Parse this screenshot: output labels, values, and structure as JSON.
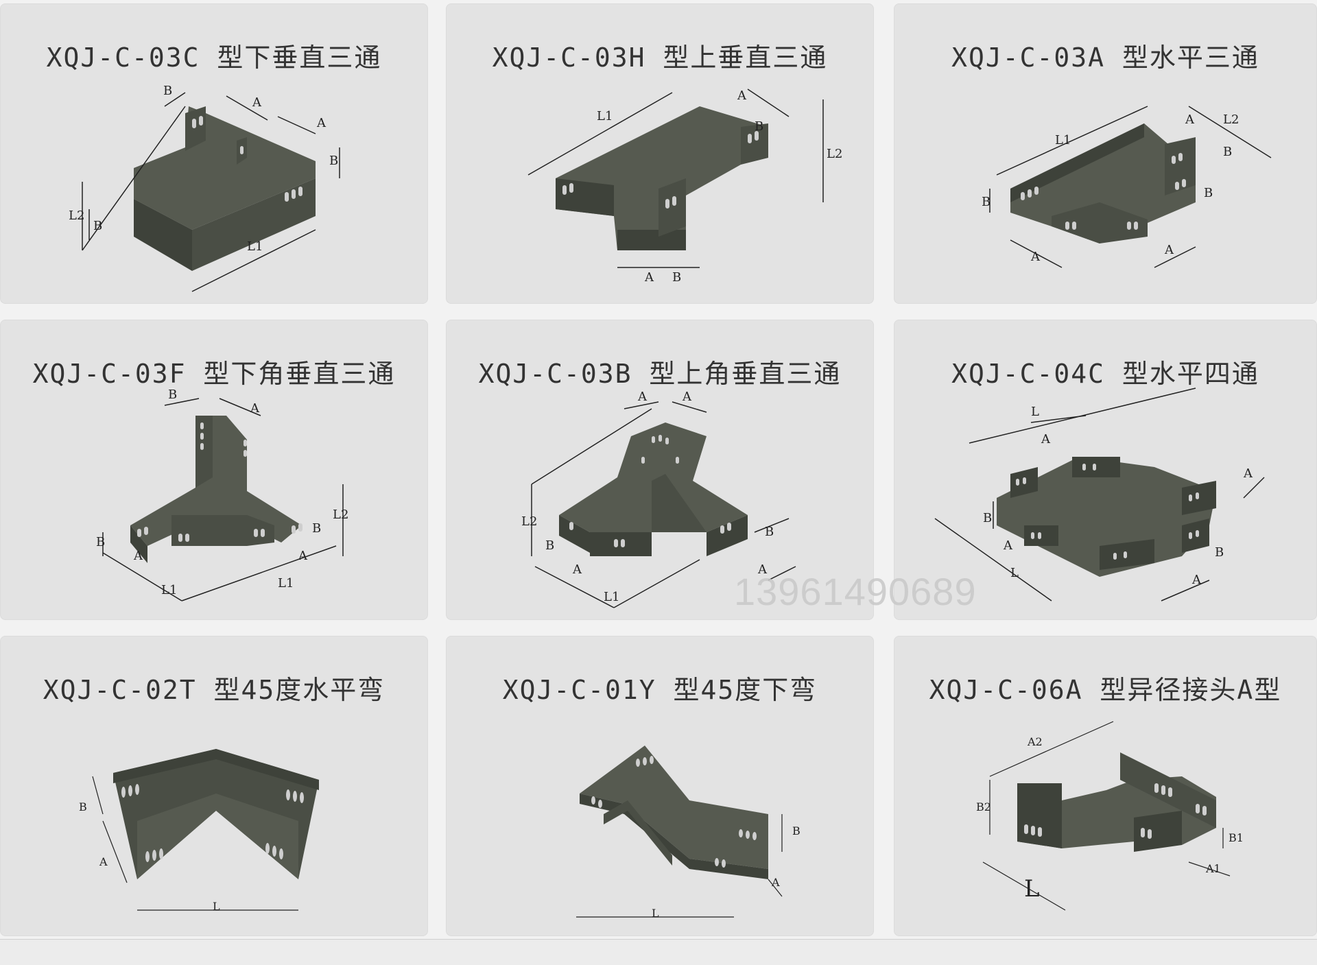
{
  "cards": [
    {
      "title": "XQJ-C-03C 型下垂直三通",
      "labels": [
        "B",
        "A",
        "A",
        "B",
        "L2",
        "B",
        "L1"
      ]
    },
    {
      "title": "XQJ-C-03H 型上垂直三通",
      "labels": [
        "L1",
        "A",
        "B",
        "L2",
        "A",
        "B"
      ]
    },
    {
      "title": "XQJ-C-03A 型水平三通",
      "labels": [
        "L1",
        "A",
        "L2",
        "B",
        "B",
        "B",
        "A",
        "A"
      ]
    },
    {
      "title": "XQJ-C-03F 型下角垂直三通",
      "labels": [
        "B",
        "A",
        "L2",
        "B",
        "A",
        "L1",
        "L1",
        "A",
        "B"
      ]
    },
    {
      "title": "XQJ-C-03B 型上角垂直三通",
      "labels": [
        "A",
        "A",
        "L2",
        "B",
        "A",
        "L1",
        "B",
        "A"
      ]
    },
    {
      "title": "XQJ-C-04C 型水平四通",
      "labels": [
        "L",
        "A",
        "A",
        "B",
        "A",
        "L",
        "B",
        "A"
      ]
    },
    {
      "title": "XQJ-C-02T 型45度水平弯",
      "labels": [
        "B",
        "A",
        "L"
      ]
    },
    {
      "title": "XQJ-C-01Y 型45度下弯",
      "labels": [
        "B",
        "A",
        "L"
      ]
    },
    {
      "title": "XQJ-C-06A 型异径接头A型",
      "labels": [
        "A2",
        "B2",
        "B1",
        "A1",
        "L"
      ]
    }
  ],
  "watermark": "13961490689",
  "colors": {
    "tray": "#565a50",
    "tray_dark": "#3e423a",
    "slot": "#cfcfcf",
    "card_bg": "#e3e3e3"
  }
}
